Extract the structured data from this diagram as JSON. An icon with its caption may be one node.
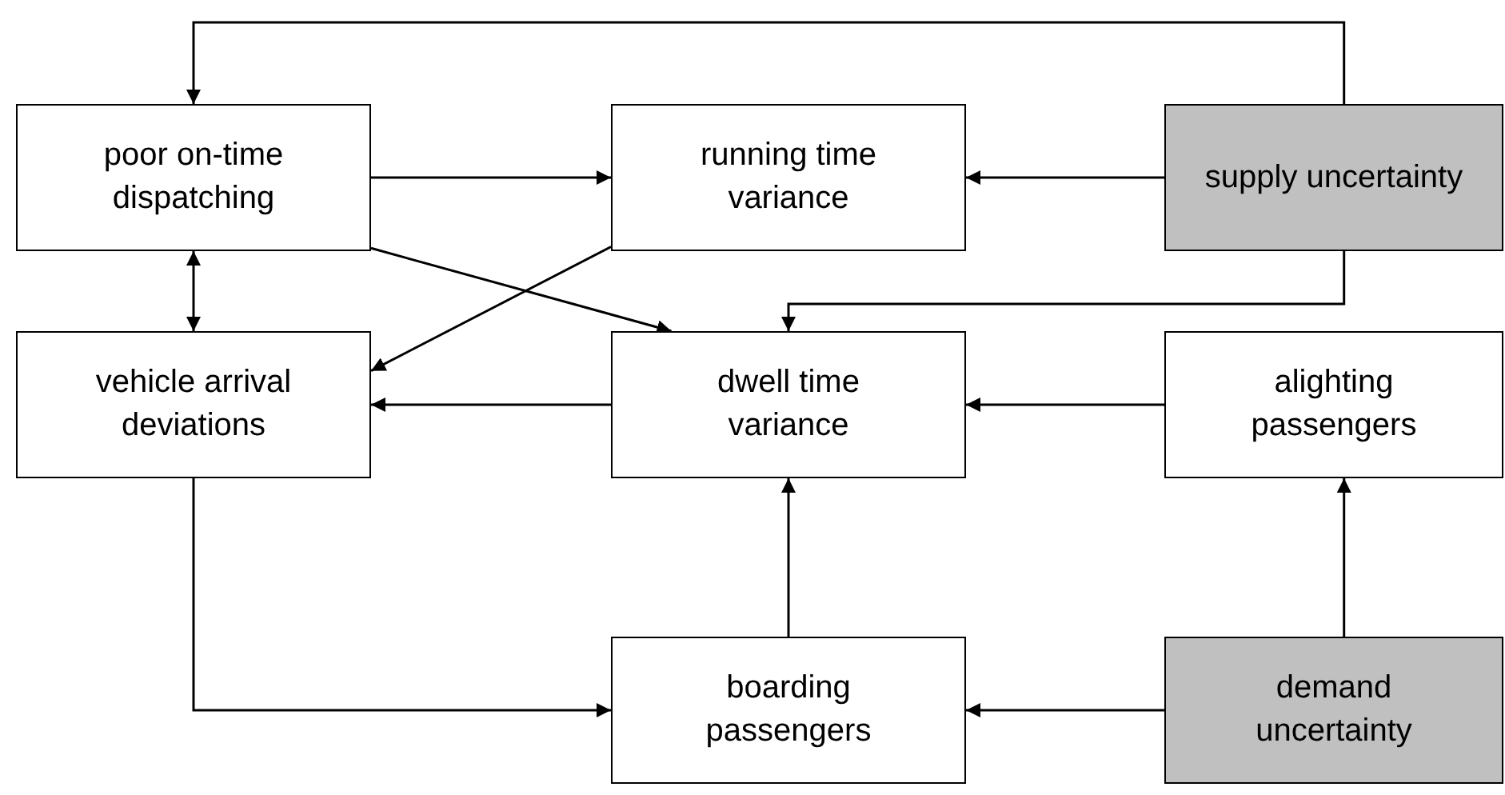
{
  "diagram": {
    "nodes": [
      {
        "text": [
          "poor on-time dispatching"
        ]
      },
      {
        "text": [
          "running time variance"
        ]
      },
      {
        "text": [
          "supply uncertainty"
        ]
      },
      {
        "text": [
          "vehicle arrival deviations"
        ]
      },
      {
        "text": [
          "dwell time variance"
        ]
      },
      {
        "text": [
          "alighting passengers"
        ]
      },
      {
        "text": [
          "boarding passengers"
        ]
      },
      {
        "text": [
          "demand uncertainty"
        ]
      }
    ],
    "edges": [
      {
        "from": 2,
        "to": 0,
        "arrow": "to"
      },
      {
        "from": 0,
        "to": 1,
        "arrow": "to"
      },
      {
        "from": 2,
        "to": 1,
        "arrow": "to"
      },
      {
        "from": 0,
        "to": 3,
        "arrow": "both"
      },
      {
        "from": 0,
        "to": 4,
        "arrow": "to"
      },
      {
        "from": 1,
        "to": 3,
        "arrow": "to"
      },
      {
        "from": 2,
        "to": 4,
        "arrow": "to"
      },
      {
        "from": 4,
        "to": 3,
        "arrow": "to"
      },
      {
        "from": 5,
        "to": 4,
        "arrow": "to"
      },
      {
        "from": 3,
        "to": 6,
        "arrow": "to"
      },
      {
        "from": 6,
        "to": 4,
        "arrow": "to"
      },
      {
        "from": 7,
        "to": 6,
        "arrow": "to"
      },
      {
        "from": 7,
        "to": 5,
        "arrow": "to"
      }
    ]
  }
}
